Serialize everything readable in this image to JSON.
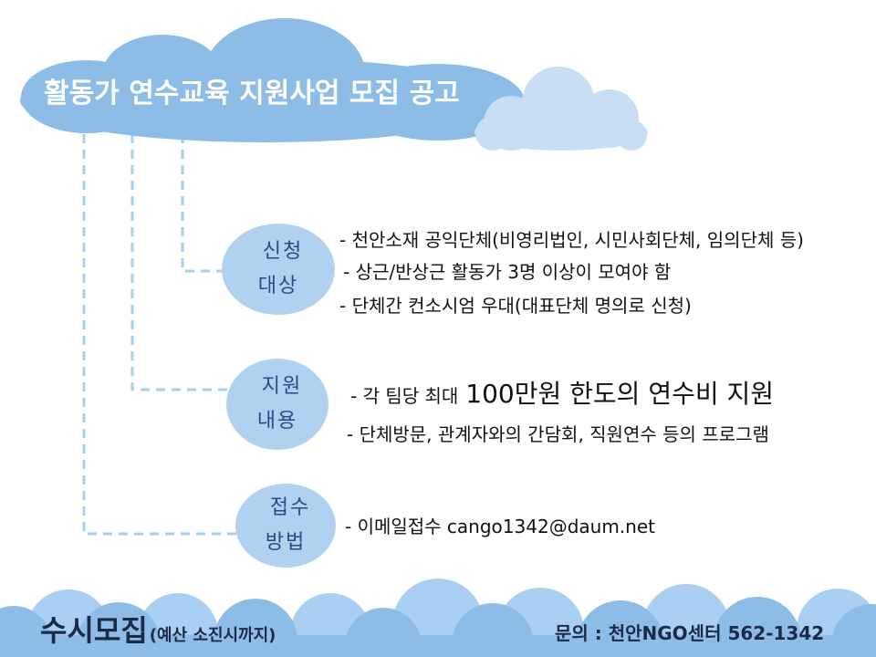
{
  "title": "활동가 연수교육 지원사업 모집 공고",
  "sections": {
    "eligibility": {
      "label": [
        "신청",
        "대상"
      ],
      "items": [
        "- 천안소재 공익단체(비영리법인, 시민사회단체, 임의단체 등)",
        "- 상근/반상근 활동가 3명 이상이 모여야 함",
        "- 단체간 컨소시엄 우대(대표단체 명의로 신청)"
      ]
    },
    "support": {
      "label": [
        "지원",
        "내용"
      ],
      "highlight_prefix": "- 각 팀당 최대",
      "highlight_emphasis": "100만원 한도의 연수비 지원",
      "items": [
        "- 단체방문, 관계자와의 간담회, 직원연수 등의 프로그램"
      ]
    },
    "application": {
      "label": [
        "접수",
        "방법"
      ],
      "items": [
        "- 이메일접수 cango1342@daum.net"
      ]
    }
  },
  "footer": {
    "recruit": "수시모집",
    "recruit_note": "(예산 소진시까지)",
    "contact": "문의 : 천안NGO센터 562-1342"
  },
  "colors": {
    "cloud": "#8dbde6",
    "cloud_light": "#c8def3",
    "cloud_band_light": "#a9d0f2",
    "bubble": "#b0d1ef",
    "connector": "#a9cdee",
    "label": "#2a4c86",
    "text": "#111111",
    "footer_text": "#1b2a47",
    "title_text": "#ffffff"
  }
}
